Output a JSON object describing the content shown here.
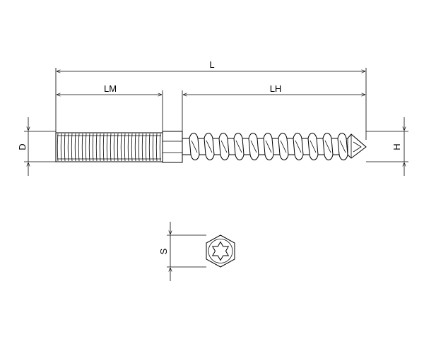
{
  "labels": {
    "L": "L",
    "LM": "LM",
    "LH": "LH",
    "D": "D",
    "H": "H",
    "S": "S"
  }
}
